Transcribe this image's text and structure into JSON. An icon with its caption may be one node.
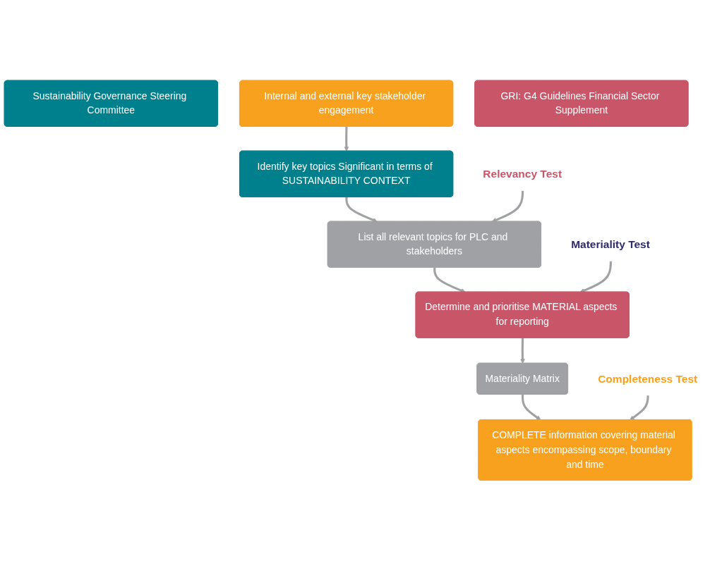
{
  "diagram": {
    "nodes": [
      {
        "text": [
          "Sustainability Governance Steering Committee"
        ]
      },
      {
        "text": [
          "Internal and external key stakeholder engagement"
        ]
      },
      {
        "text": [
          "GRI: G4 Guidelines Financial Sector Supplement"
        ]
      },
      {
        "text": [
          "Identify key topics Significant in terms of SUSTAINABILITY CONTEXT"
        ]
      },
      {
        "text": [
          "Relevancy Test"
        ]
      },
      {
        "text": [
          "List all relevant topics for PLC and stakeholders"
        ]
      },
      {
        "text": [
          "Materiality Test"
        ]
      },
      {
        "text": [
          "Determine and prioritise MATERIAL aspects for reporting"
        ]
      },
      {
        "text": [
          "Materiality Matrix"
        ]
      },
      {
        "text": [
          "Completeness Test"
        ]
      },
      {
        "text": [
          "COMPLETE information covering material aspects encompassing scope, boundary and time"
        ]
      }
    ],
    "edges": [
      {
        "from": 1,
        "to": 3,
        "arrow": "to"
      },
      {
        "from": 3,
        "to": 5,
        "arrow": "to"
      },
      {
        "from": 4,
        "to": 5,
        "arrow": "to"
      },
      {
        "from": 5,
        "to": 7,
        "arrow": "to"
      },
      {
        "from": 6,
        "to": 7,
        "arrow": "to"
      },
      {
        "from": 7,
        "to": 8,
        "arrow": "to"
      },
      {
        "from": 8,
        "to": 10,
        "arrow": "to"
      },
      {
        "from": 9,
        "to": 10,
        "arrow": "to"
      }
    ]
  }
}
